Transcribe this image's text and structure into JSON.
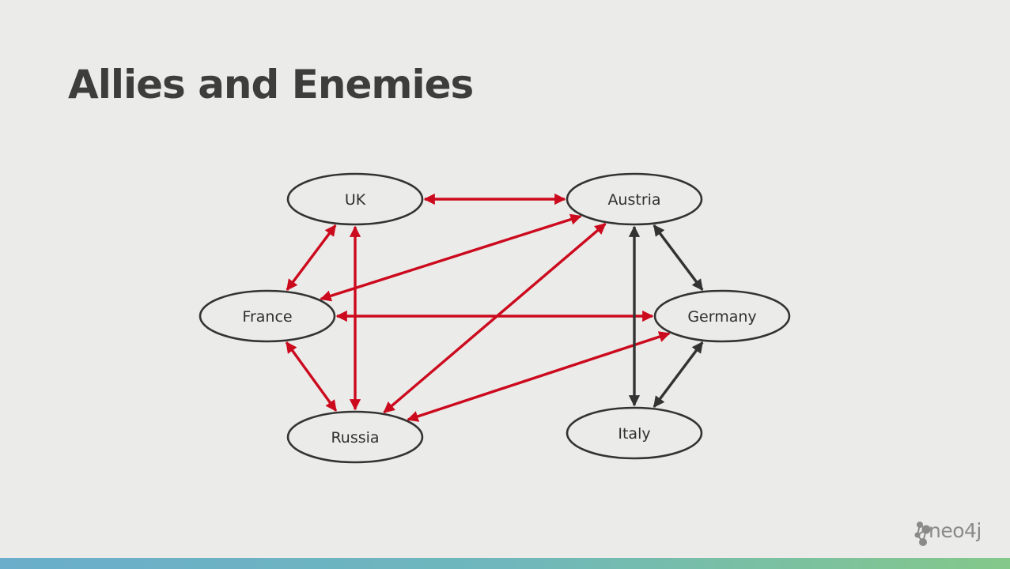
{
  "slide": {
    "title": "Allies and Enemies"
  },
  "colors": {
    "background": "#ebebe9",
    "enemy_edge": "#cc0a1e",
    "ally_edge": "#333333",
    "node_stroke": "#333333",
    "node_fill": "#ebebe9"
  },
  "diagram": {
    "nodes": [
      {
        "id": "uk",
        "label": "UK"
      },
      {
        "id": "austria",
        "label": "Austria"
      },
      {
        "id": "france",
        "label": "France"
      },
      {
        "id": "germany",
        "label": "Germany"
      },
      {
        "id": "russia",
        "label": "Russia"
      },
      {
        "id": "italy",
        "label": "Italy"
      }
    ],
    "edges": [
      {
        "from": "uk",
        "to": "austria",
        "kind": "enemy",
        "directed": "both"
      },
      {
        "from": "uk",
        "to": "france",
        "kind": "enemy",
        "directed": "both"
      },
      {
        "from": "uk",
        "to": "russia",
        "kind": "enemy",
        "directed": "both"
      },
      {
        "from": "austria",
        "to": "france",
        "kind": "enemy",
        "directed": "both"
      },
      {
        "from": "austria",
        "to": "russia",
        "kind": "enemy",
        "directed": "both"
      },
      {
        "from": "france",
        "to": "germany",
        "kind": "enemy",
        "directed": "both"
      },
      {
        "from": "france",
        "to": "russia",
        "kind": "enemy",
        "directed": "both"
      },
      {
        "from": "germany",
        "to": "russia",
        "kind": "enemy",
        "directed": "both"
      },
      {
        "from": "austria",
        "to": "germany",
        "kind": "ally",
        "directed": "both"
      },
      {
        "from": "austria",
        "to": "italy",
        "kind": "ally",
        "directed": "both"
      },
      {
        "from": "germany",
        "to": "italy",
        "kind": "ally",
        "directed": "both"
      }
    ]
  },
  "logo": {
    "text": "neo4j",
    "icon": "neo4j-graph-icon"
  }
}
